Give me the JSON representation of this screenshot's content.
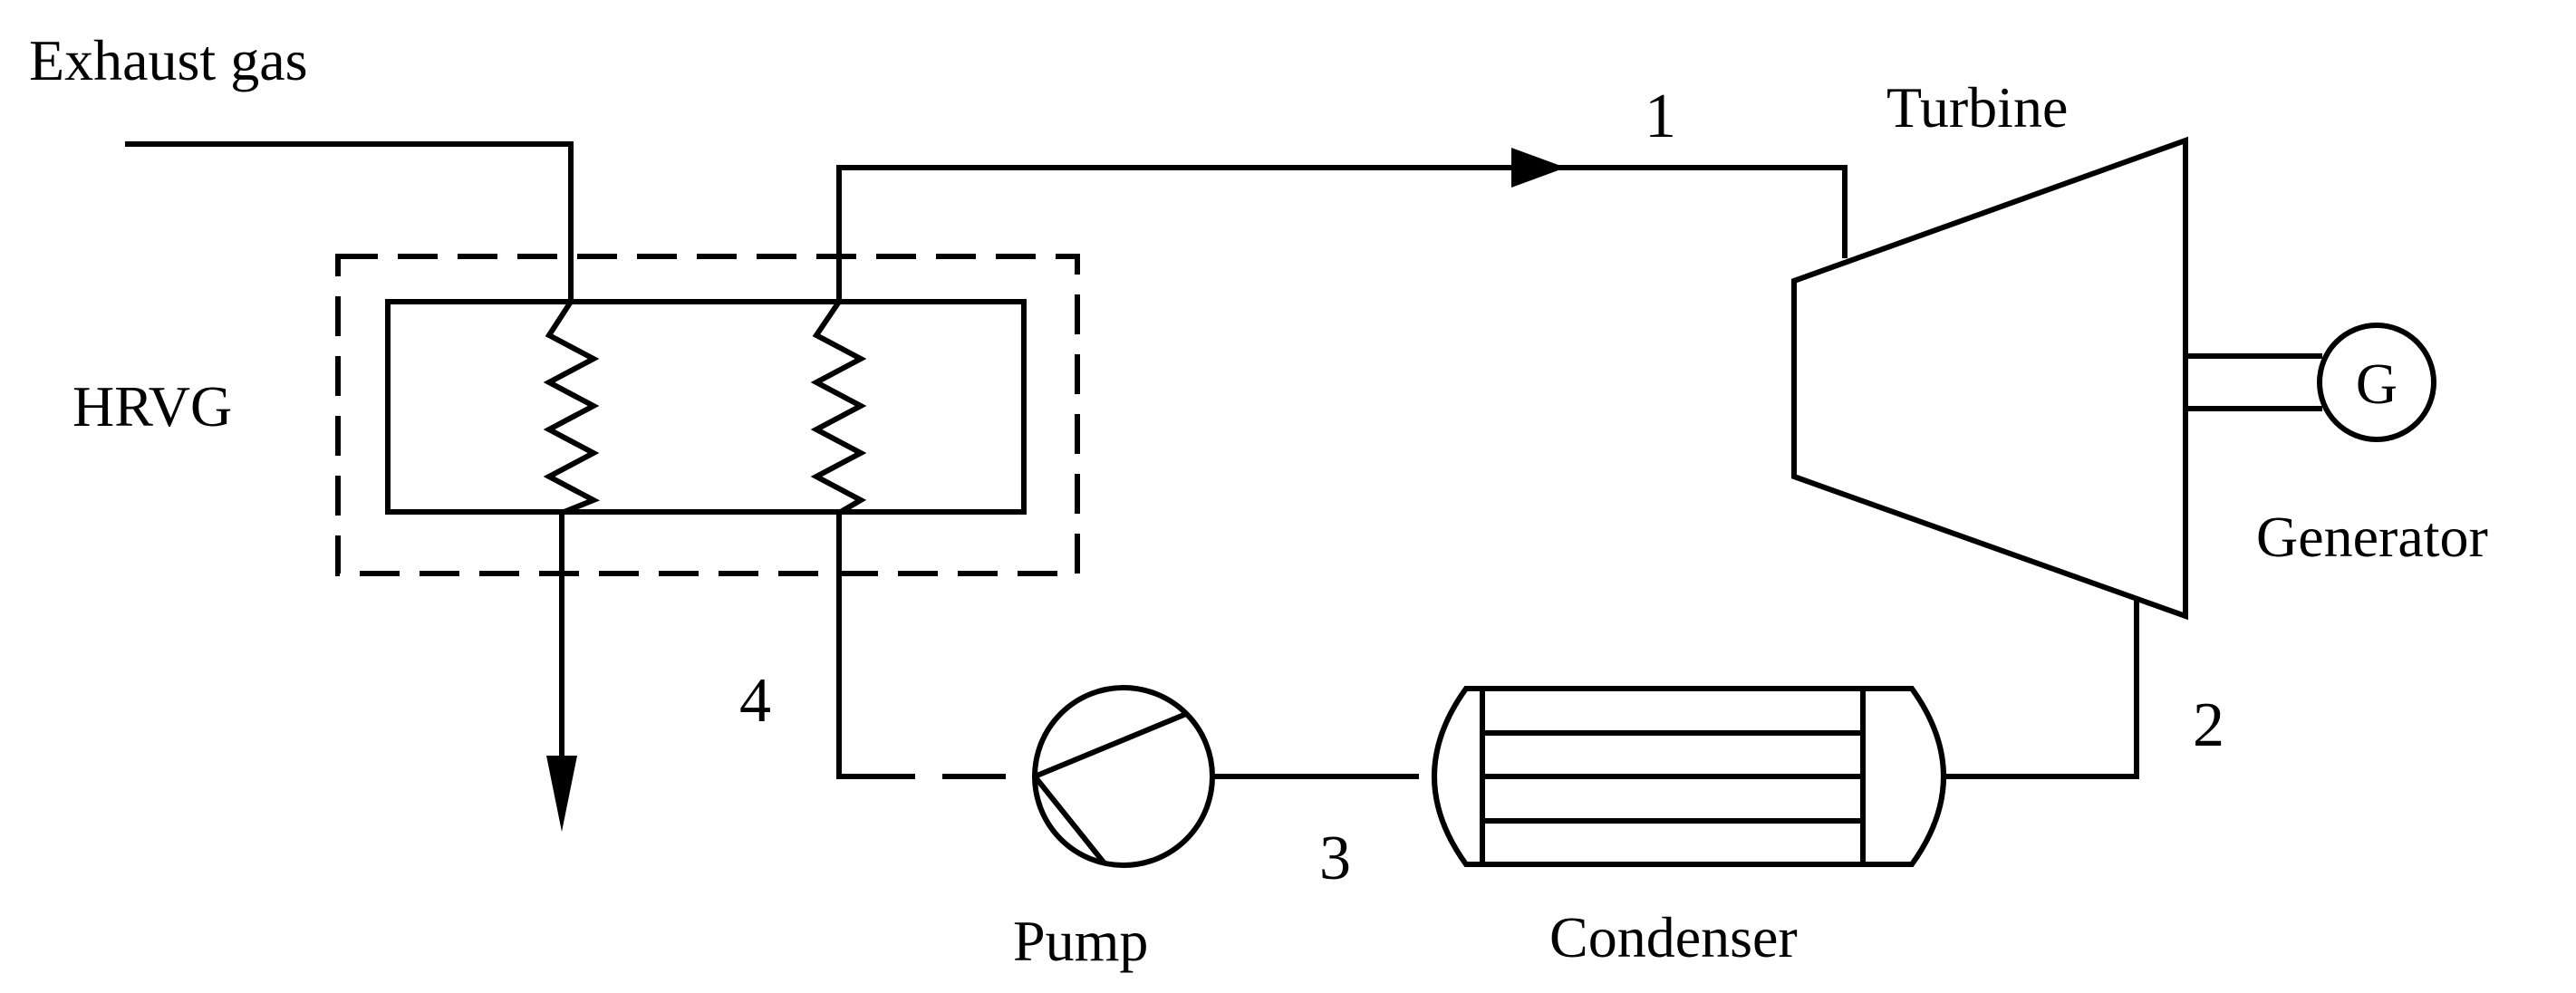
{
  "labels": {
    "exhaust": "Exhaust gas",
    "hrvg": "HRVG",
    "turbine": "Turbine",
    "generator_symbol": "G",
    "generator": "Generator",
    "pump": "Pump",
    "condenser": "Condenser"
  },
  "state_points": {
    "p1": "1",
    "p2": "2",
    "p3": "3",
    "p4": "4"
  },
  "colors": {
    "line": "#000000",
    "background": "#ffffff"
  }
}
